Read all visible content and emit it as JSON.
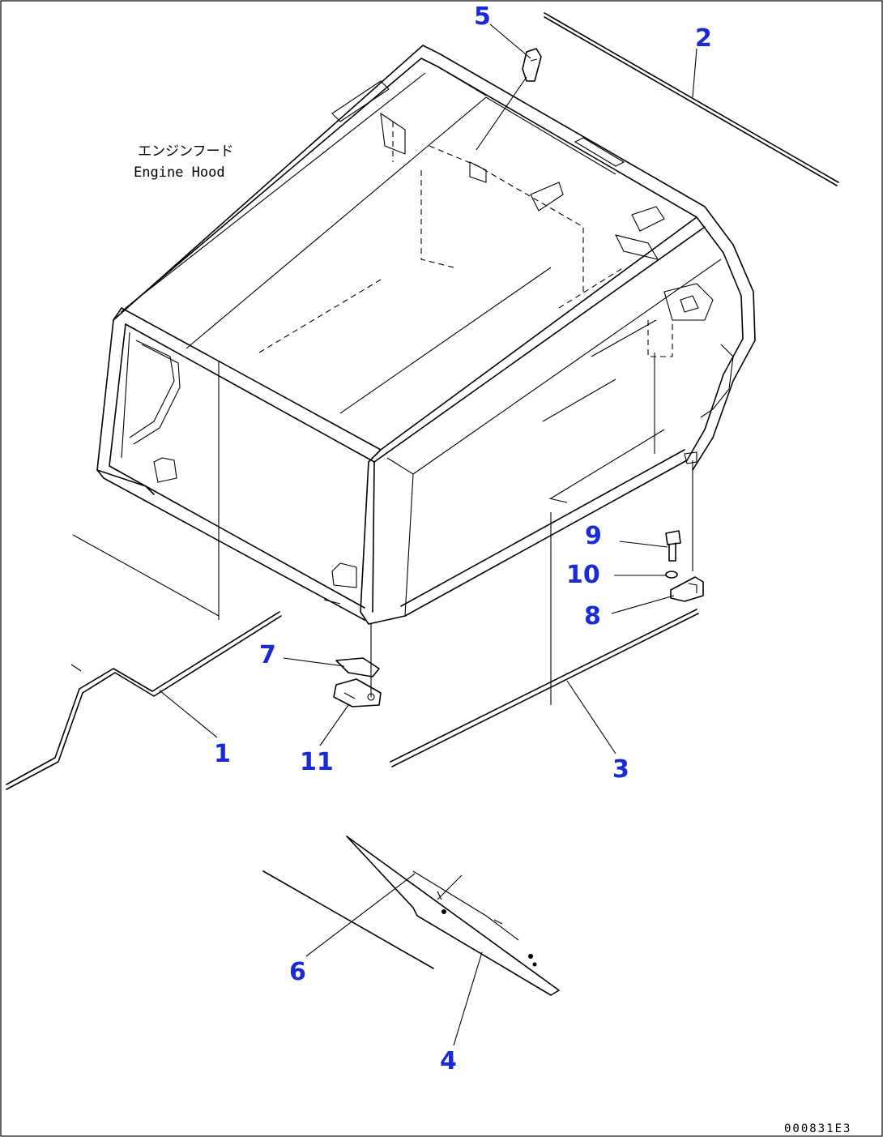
{
  "diagram": {
    "caption_jp": "エンジンフード",
    "caption_en": "Engine Hood",
    "drawing_code": "000831E3",
    "callouts": [
      {
        "id": "1",
        "label": "1"
      },
      {
        "id": "2",
        "label": "2"
      },
      {
        "id": "3",
        "label": "3"
      },
      {
        "id": "4",
        "label": "4"
      },
      {
        "id": "5",
        "label": "5"
      },
      {
        "id": "6",
        "label": "6"
      },
      {
        "id": "7",
        "label": "7"
      },
      {
        "id": "8",
        "label": "8"
      },
      {
        "id": "9",
        "label": "9"
      },
      {
        "id": "10",
        "label": "10"
      },
      {
        "id": "11",
        "label": "11"
      }
    ],
    "colors": {
      "callout": "#1a2bd6",
      "line": "#000000",
      "background": "#ffffff"
    }
  }
}
